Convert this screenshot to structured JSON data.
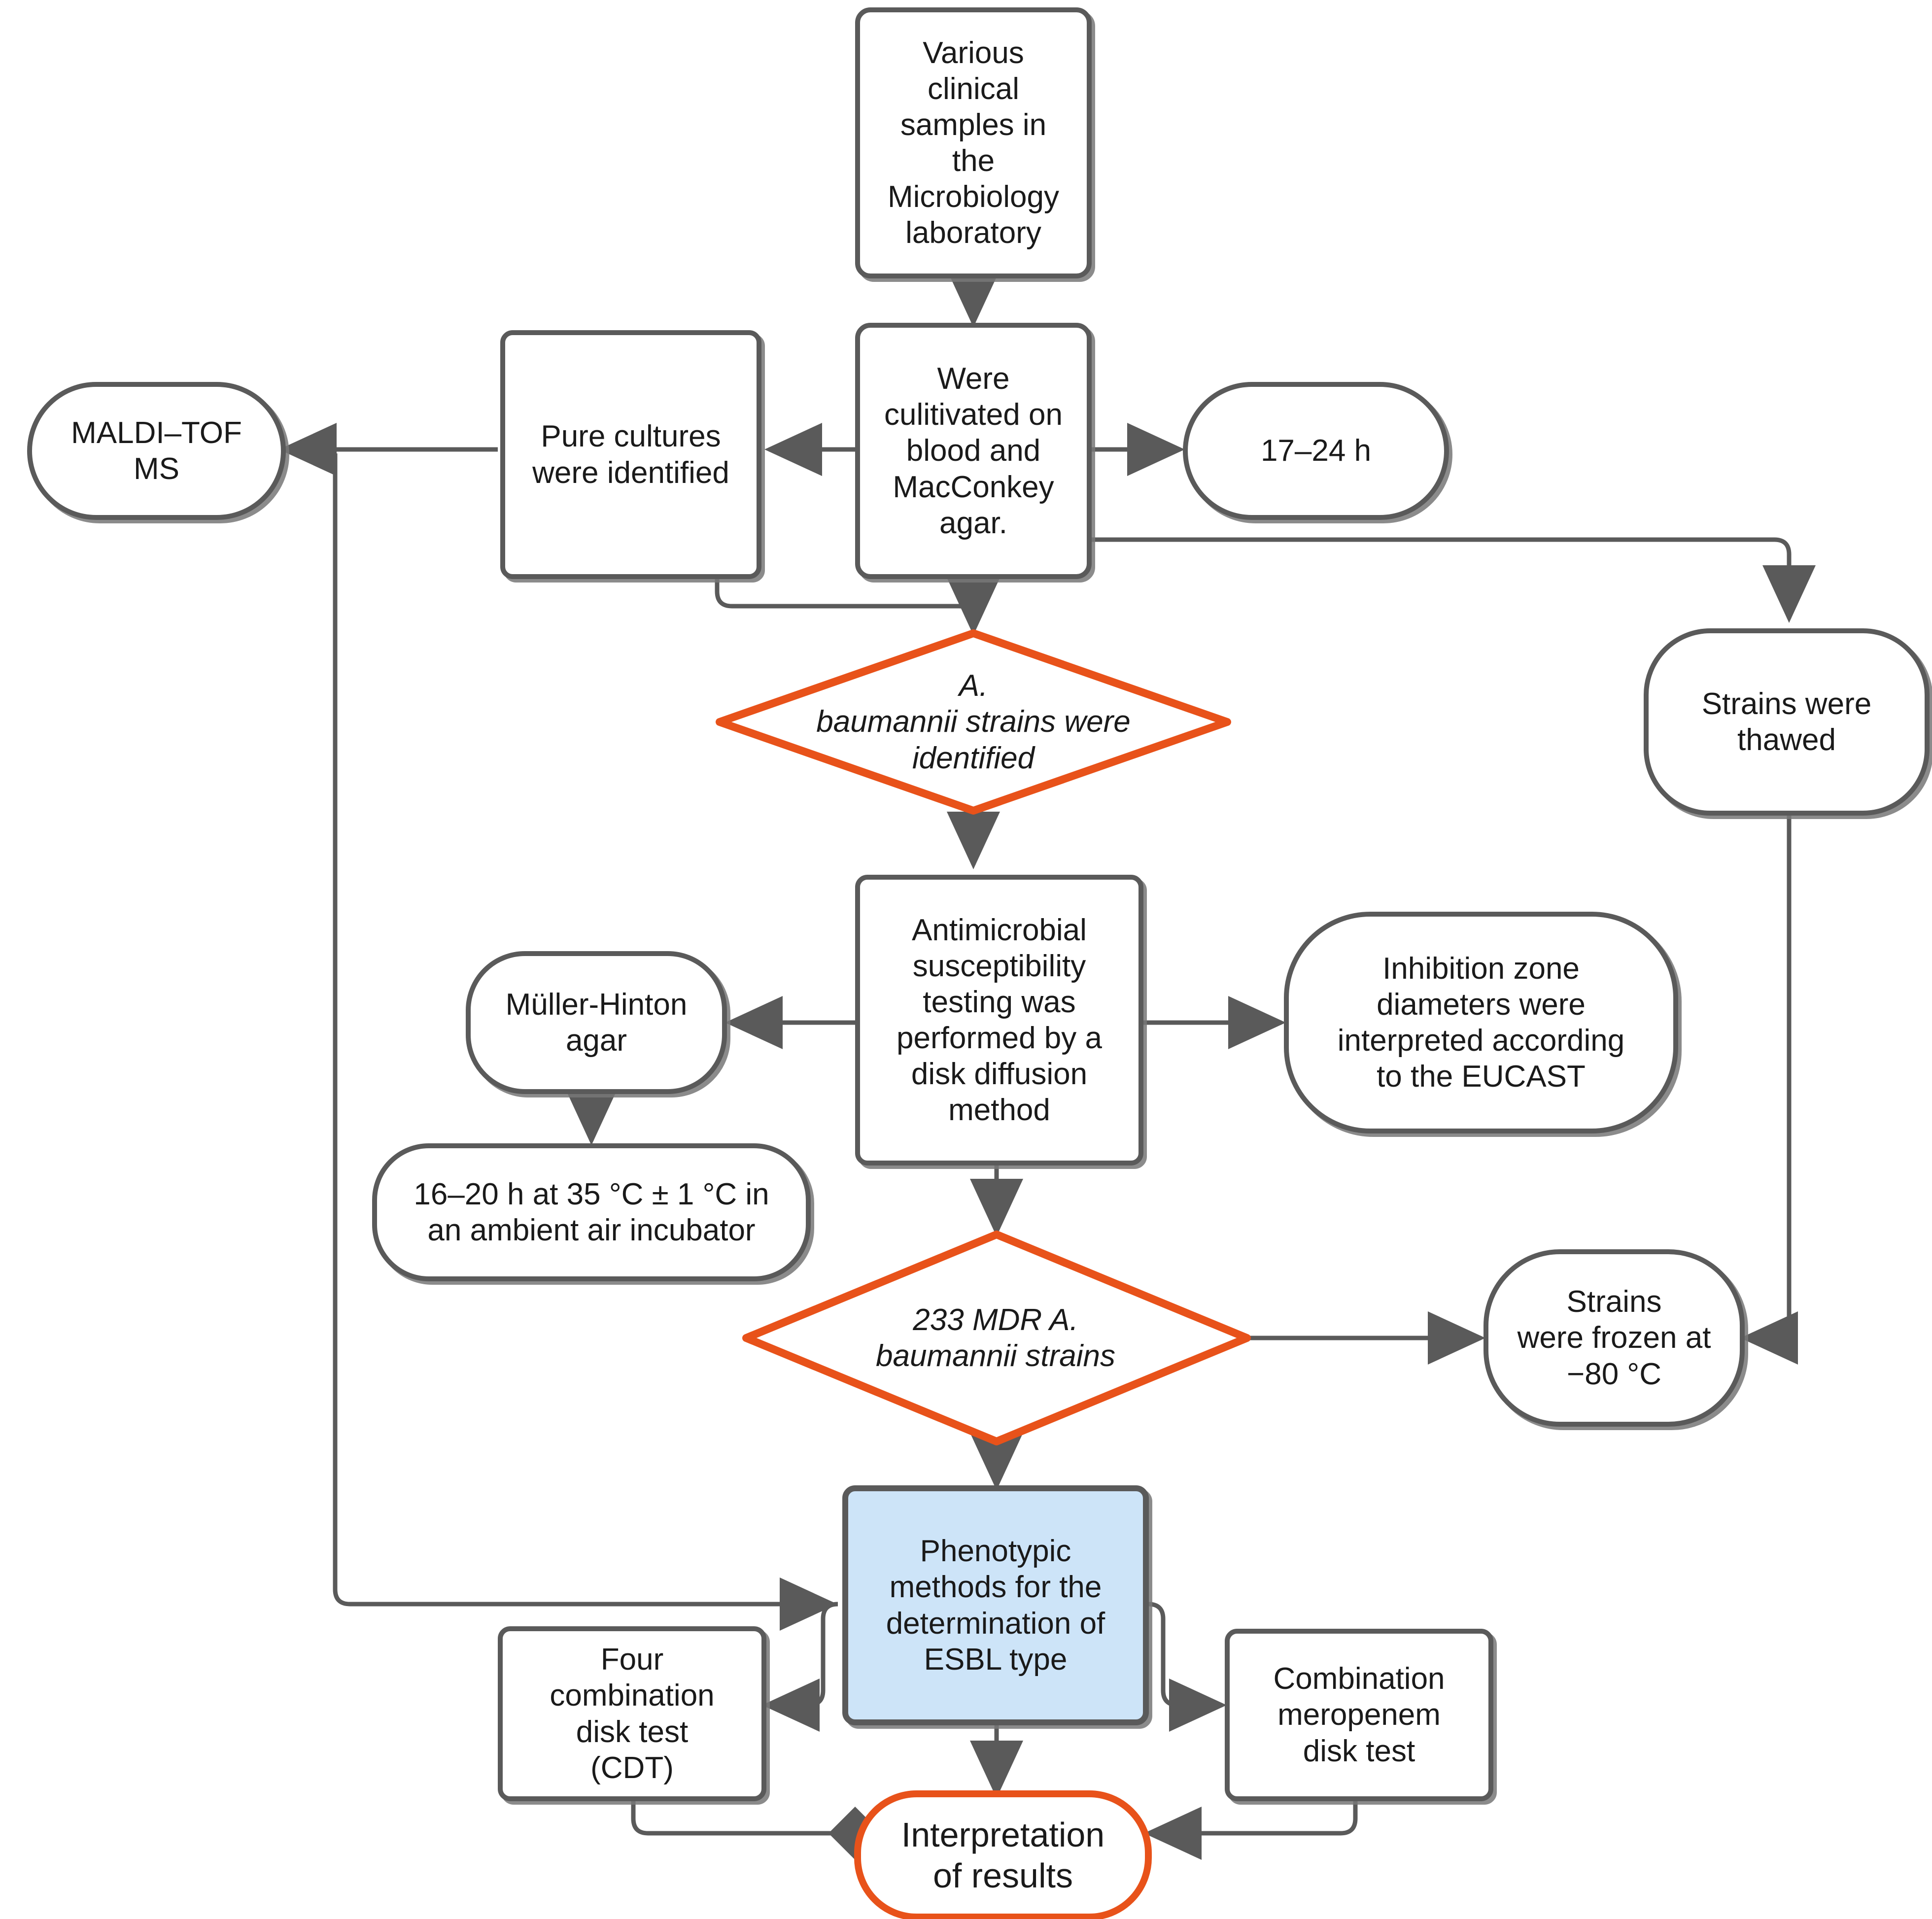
{
  "diagram": {
    "title": "Laboratory workflow for identification and ESBL characterization of MDR A. baumannii",
    "colors": {
      "node_stroke": "#5a5a5a",
      "decision_stroke": "#e8521a",
      "terminator_stroke": "#e8521a",
      "highlight_fill": "#cde4f8",
      "edge": "#5a5a5a",
      "text": "#1a1a1a",
      "background": "#ffffff"
    },
    "nodes": [
      {
        "id": "samples",
        "shape": "rounded-rect",
        "label": "Various\nclinical\nsamples in\nthe\nMicrobiology\nlaboratory"
      },
      {
        "id": "cultivated",
        "shape": "rounded-rect",
        "label": "Were\nculitivated on\nblood and\nMacConkey\nagar."
      },
      {
        "id": "hours17",
        "shape": "stadium",
        "label": "17–24 h"
      },
      {
        "id": "pure",
        "shape": "rounded-rect",
        "label": "Pure cultures\nwere identified"
      },
      {
        "id": "maldi",
        "shape": "stadium",
        "label": "MALDI–TOF\nMS"
      },
      {
        "id": "thawed",
        "shape": "stadium",
        "label": "Strains were\nthawed"
      },
      {
        "id": "ident",
        "shape": "diamond",
        "label": "A.\nbaumannii strains were\nidentified",
        "italic": true
      },
      {
        "id": "ast",
        "shape": "rounded-rect",
        "label": "Antimicrobial\nsusceptibility\ntesting was\nperformed by a\ndisk diffusion\nmethod"
      },
      {
        "id": "mueller",
        "shape": "stadium",
        "label": "Müller-Hinton\nagar"
      },
      {
        "id": "incubate",
        "shape": "stadium",
        "label": "16–20 h at 35 °C ± 1 °C in\nan ambient air incubator"
      },
      {
        "id": "eucast",
        "shape": "stadium",
        "label": "Inhibition zone\ndiameters were\ninterpreted according\nto the EUCAST"
      },
      {
        "id": "mdr",
        "shape": "diamond",
        "label": "233 MDR A.\nbaumannii strains",
        "italic": true
      },
      {
        "id": "frozen",
        "shape": "stadium",
        "label": "Strains\nwere frozen at\n−80 °C"
      },
      {
        "id": "phenotypic",
        "shape": "rounded-rect",
        "label": "Phenotypic\nmethods for the\ndetermination of\nESBL type",
        "highlight": true
      },
      {
        "id": "cdt",
        "shape": "rounded-rect",
        "label": "Four\ncombination\ndisk test\n(CDT)"
      },
      {
        "id": "meropenem",
        "shape": "rounded-rect",
        "label": "Combination\nmeropenem\ndisk test"
      },
      {
        "id": "interpret",
        "shape": "stadium",
        "label": "Interpretation\nof results",
        "accent": true
      }
    ],
    "edges": [
      {
        "from": "samples",
        "to": "cultivated",
        "arrow": true
      },
      {
        "from": "cultivated",
        "to": "hours17",
        "arrow": true
      },
      {
        "from": "cultivated",
        "to": "pure",
        "arrow": true
      },
      {
        "from": "pure",
        "to": "maldi",
        "arrow": true
      },
      {
        "from": "cultivated",
        "to": "thawed",
        "arrow": true
      },
      {
        "from": "pure",
        "to": "ident",
        "arrow": true
      },
      {
        "from": "ident",
        "to": "ast",
        "arrow": true
      },
      {
        "from": "ast",
        "to": "mueller",
        "arrow": true
      },
      {
        "from": "mueller",
        "to": "incubate",
        "arrow": true
      },
      {
        "from": "ast",
        "to": "eucast",
        "arrow": true
      },
      {
        "from": "ast",
        "to": "mdr",
        "arrow": true
      },
      {
        "from": "mdr",
        "to": "frozen",
        "arrow": true
      },
      {
        "from": "thawed",
        "to": "frozen",
        "arrow": true
      },
      {
        "from": "mdr",
        "to": "phenotypic",
        "arrow": true
      },
      {
        "from": "maldi",
        "to": "phenotypic",
        "arrow": true
      },
      {
        "from": "phenotypic",
        "to": "cdt",
        "arrow": true
      },
      {
        "from": "phenotypic",
        "to": "meropenem",
        "arrow": true
      },
      {
        "from": "phenotypic",
        "to": "interpret",
        "arrow": true
      },
      {
        "from": "cdt",
        "to": "interpret",
        "arrow": true
      },
      {
        "from": "meropenem",
        "to": "interpret",
        "arrow": true
      }
    ]
  }
}
